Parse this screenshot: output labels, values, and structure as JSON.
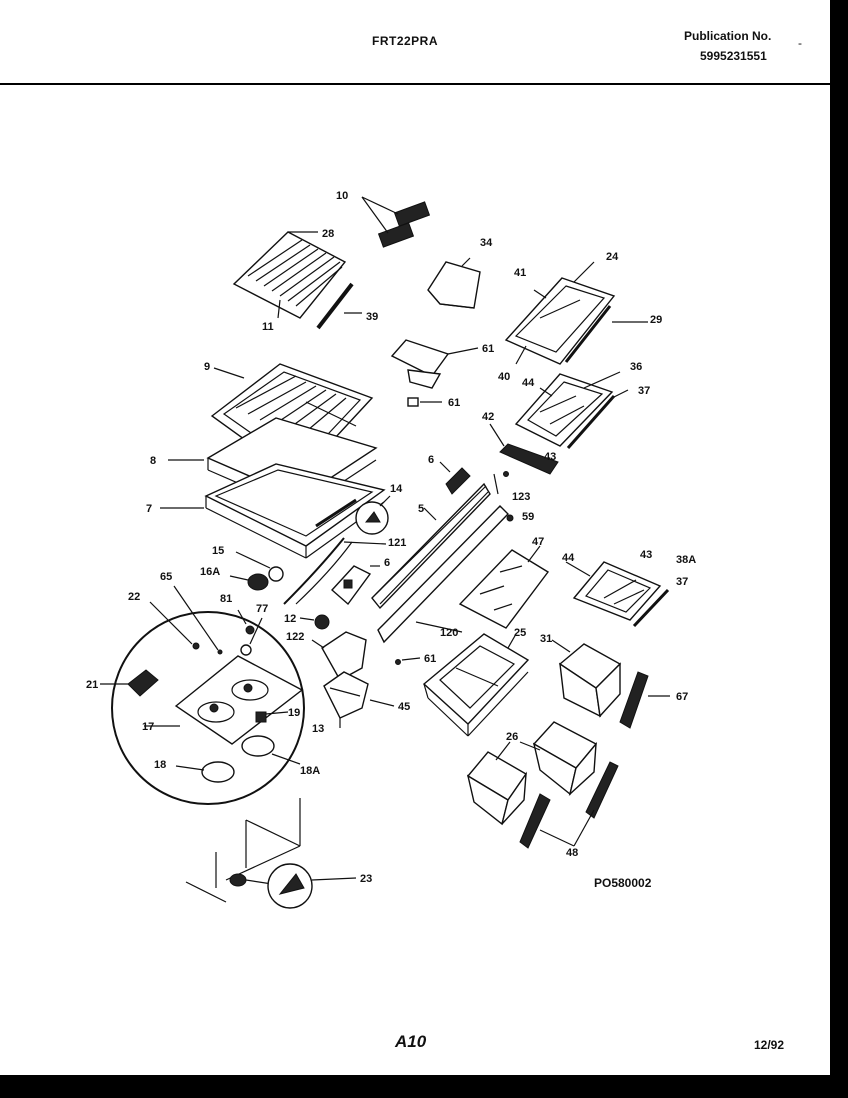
{
  "header": {
    "model": "FRT22PRA",
    "publication_title": "Publication No.",
    "publication_number": "5995231551",
    "corner_mark": "-"
  },
  "footer": {
    "page_label": "A10",
    "date": "12/92",
    "drawing_code": "PO580002"
  },
  "callouts": {
    "c10": "10",
    "c28": "28",
    "c11": "11",
    "c39": "39",
    "c34": "34",
    "c41": "41",
    "c24": "24",
    "c29": "29",
    "c61a": "61",
    "c61b": "61",
    "c40": "40",
    "c44a": "44",
    "c36": "36",
    "c37a": "37",
    "c43a": "43",
    "c9": "9",
    "c42": "42",
    "c8": "8",
    "c6a": "6",
    "c123": "123",
    "c7": "7",
    "c14": "14",
    "c5": "5",
    "c59": "59",
    "c47": "47",
    "c121": "121",
    "c15": "15",
    "c6b": "6",
    "c44b": "44",
    "c43b": "43",
    "c38A": "38A",
    "c37b": "37",
    "c16A": "16A",
    "c65": "65",
    "c22": "22",
    "c81": "81",
    "c77": "77",
    "c12": "12",
    "c122": "122",
    "c120": "120",
    "c25": "25",
    "c31": "31",
    "c61c": "61",
    "c21": "21",
    "c45": "45",
    "c67": "67",
    "c19": "19",
    "c13": "13",
    "c17": "17",
    "c26": "26",
    "c18": "18",
    "c18A": "18A",
    "c48": "48",
    "c23": "23"
  }
}
